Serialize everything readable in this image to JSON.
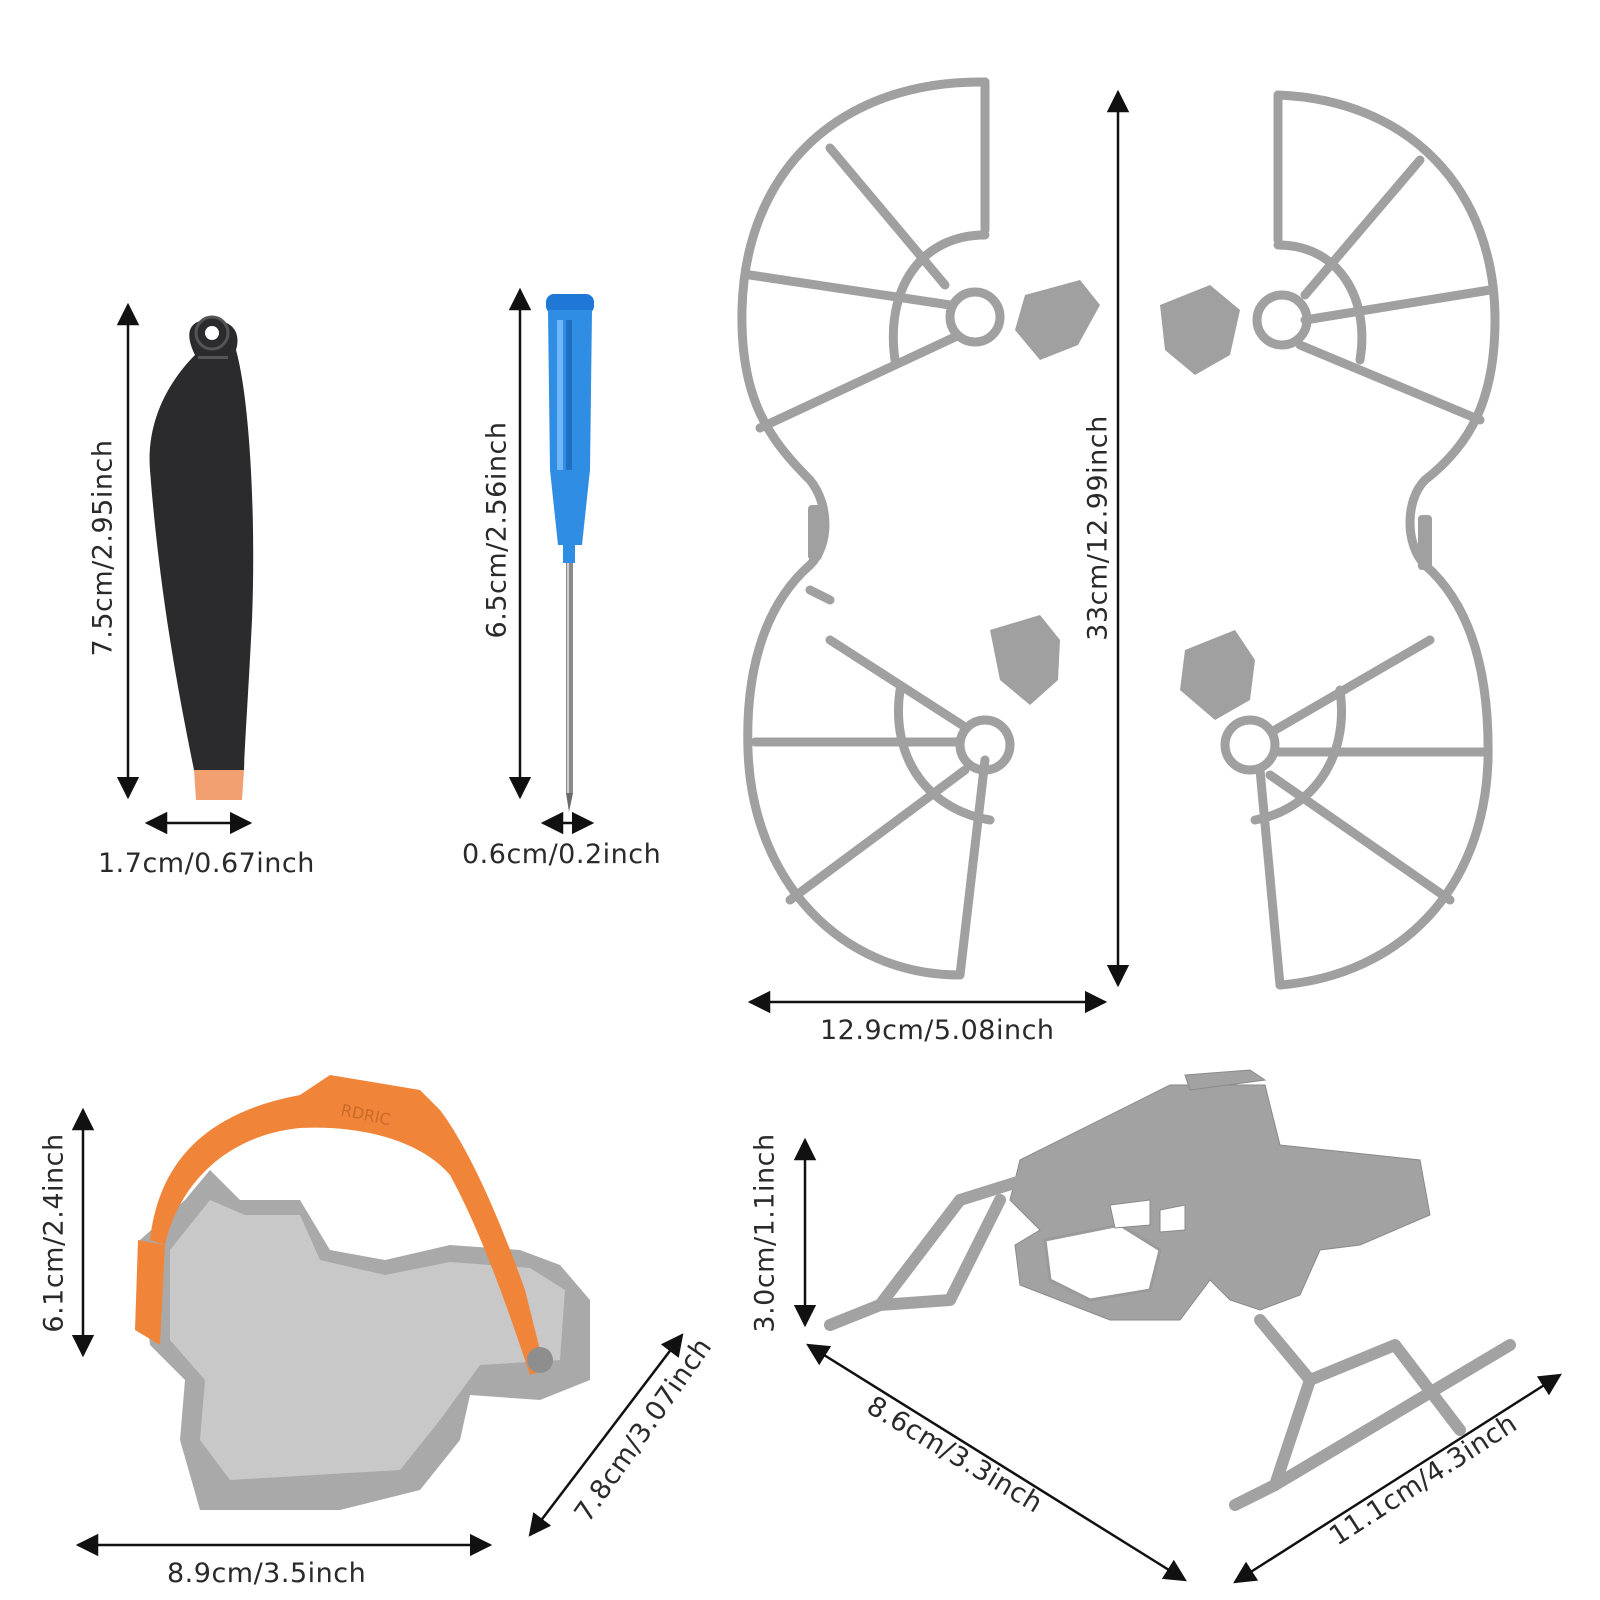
{
  "products": {
    "propeller": {
      "name": "propeller",
      "height_label": "7.5cm/2.95inch",
      "width_label": "1.7cm/0.67inch",
      "colors": {
        "blade": "#2b2b2e",
        "tip": "#f2a070"
      }
    },
    "screwdriver": {
      "name": "screwdriver",
      "height_label": "6.5cm/2.56inch",
      "width_label": "0.6cm/0.2inch",
      "colors": {
        "handle": "#2f8de4",
        "shaft": "#8a8a8a"
      }
    },
    "propeller_guard": {
      "name": "propeller guard",
      "height_label": "33cm/12.99inch",
      "width_label": "12.9cm/5.08inch",
      "colors": {
        "body": "#9e9e9e"
      }
    },
    "gimbal_protector": {
      "name": "gimbal protector",
      "height_label": "6.1cm/2.4inch",
      "width_label": "8.9cm/3.5inch",
      "depth_label": "7.8cm/3.07inch",
      "strap_text": "RDRIC",
      "colors": {
        "body": "#a9a9a9",
        "strap": "#f0853a"
      }
    },
    "landing_gear": {
      "name": "landing gear",
      "height_label": "3.0cm/1.1inch",
      "width_label": "8.6cm/3.3inch",
      "depth_label": "11.1cm/4.3inch",
      "colors": {
        "body": "#a2a2a2"
      }
    }
  }
}
